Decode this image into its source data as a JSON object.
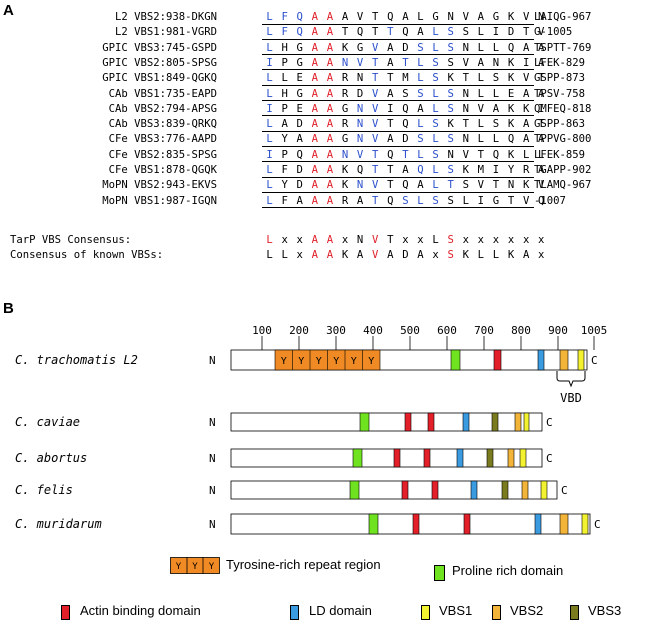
{
  "panel_a_label": "A",
  "panel_b_label": "B",
  "alignment": [
    {
      "name": "L2 VBS2:",
      "start": "938-DKGN",
      "seq": "LFQAAAVTQALGNVAGKVN",
      "colors": "bbbrrkkkkkkkkkkkkkk",
      "end": "LAIQG-967"
    },
    {
      "name": "L2 VBS1:",
      "start": "981-VGRD",
      "seq": "LFQAATQTTQALSSLIDTV",
      "colors": "bbbrrkkkbkkbbkkkkkk",
      "end": "G-1005"
    },
    {
      "name": "GPIC VBS3:",
      "start": "745-GSPD",
      "seq": "LHGAAKGVADSLSNLLQAA",
      "colors": "bkkrrkkbkkbbbkkkkkk",
      "end": "TSPTT-769"
    },
    {
      "name": "GPIC VBS2:",
      "start": "805-SPSG",
      "seq": "IPGAANVTATLSSVANKIA",
      "colors": "bkkrrbbbkbbbkkkkkkk",
      "end": "LFEK-829"
    },
    {
      "name": "GPIC VBS1:",
      "start": "849-QGKQ",
      "seq": "LLEAARNTTMLSKTLSKVT",
      "colors": "bkkrrkkbkkbbkkkkkkk",
      "end": "GSPP-873"
    },
    {
      "name": "CAb VBS1:",
      "start": "735-EAPD",
      "seq": "LHGAARDVASSLSNLLEAA",
      "colors": "bkkrrkkbkkbbbkkkkkk",
      "end": "TPSV-758"
    },
    {
      "name": "CAb VBS2:",
      "start": "794-APSG",
      "seq": "IPEAAGNVIQALSNVAKKI",
      "colors": "bkkrrkbbkkkbbkkkkkk",
      "end": "QMFEQ-818"
    },
    {
      "name": "CAb VBS3:",
      "start": "839-QRKQ",
      "seq": "LADAARNVTQLSKTLSKAT",
      "colors": "bkkrrkbbkkbbkkkkkkk",
      "end": "GSPP-863"
    },
    {
      "name": "CFe VBS3:",
      "start": "776-AAPD",
      "seq": "LYAAAGNVADSLSNLLQAA",
      "colors": "bkkrrkbbkkbbbkkkkkk",
      "end": "TPPVG-800"
    },
    {
      "name": "CFe VBS2:",
      "start": "835-SPSG",
      "seq": "IPQAANVTQTLSNVTQKLL",
      "colors": "bkkrrbbbkbbbkkkkkkk",
      "end": "LFEK-859"
    },
    {
      "name": "CFe VBS1:",
      "start": "878-QGQK",
      "seq": "LFDAAKQTTAQLSKMIYRA",
      "colors": "bkkrrkkbkkbbbkkkkkk",
      "end": "TGAPP-902"
    },
    {
      "name": "MoPN VBS2:",
      "start": "943-EKVS",
      "seq": "LYDAAKNVTQALTSVTNKV",
      "colors": "bkkrrkbbkkkbbkkkkkk",
      "end": "TLAMQ-967"
    },
    {
      "name": "MoPN VBS1:",
      "start": "987-IGQN",
      "seq": "LFAAARATQSLSSLIGTVQ",
      "colors": "bkkrrkkbkbbbkkkkkkk",
      "end": "-1007"
    }
  ],
  "consensus": [
    {
      "label": "TarP VBS Consensus:",
      "seq": "LxxAAxNVTxxLSxxxxxx",
      "colors": "rkkrrkkrkkkkrkkkkkk"
    },
    {
      "label": "Consensus of known VBSs:",
      "seq": "LLxAAKAVADAxSKLLKAx",
      "colors": "kkkrrkkrkkkkrkkkkkk"
    }
  ],
  "scale_ticks": [
    "100",
    "200",
    "300",
    "400",
    "500",
    "600",
    "700",
    "800",
    "900",
    "1005"
  ],
  "species": [
    {
      "label": "C. trachomatis L2",
      "n": "N",
      "c": "C"
    },
    {
      "label": "C. caviae",
      "n": "N",
      "c": "C"
    },
    {
      "label": "C. abortus",
      "n": "N",
      "c": "C"
    },
    {
      "label": "C. felis",
      "n": "N",
      "c": "C"
    },
    {
      "label": "C. muridarum",
      "n": "N",
      "c": "C"
    }
  ],
  "tyrosine_letter": "Y",
  "vbd_label": "VBD",
  "legend": {
    "tyrosine": "Tyrosine-rich repeat region",
    "proline": "Proline rich domain",
    "actin": "Actin binding domain",
    "ld": "LD domain",
    "vbs1": "VBS1",
    "vbs2": "VBS2",
    "vbs3": "VBS3"
  },
  "colors": {
    "tyrosine": "#f08a24",
    "proline": "#6fe31f",
    "actin": "#e3202a",
    "ld": "#3a9be0",
    "vbs1": "#f2f230",
    "vbs2": "#f2b53a",
    "vbs3": "#7a7a1e",
    "red_text": "#e0202a",
    "blue_text": "#2a4fcc"
  }
}
